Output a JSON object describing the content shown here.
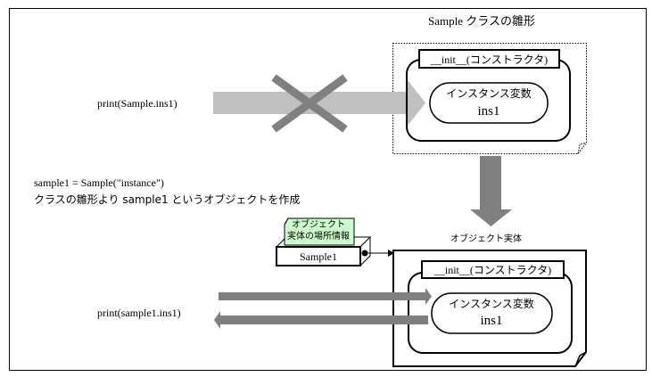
{
  "title": "Sample クラスの雛形",
  "class_template": {
    "constructor_label": "__init__(コンストラクタ)",
    "variable_label": "インスタンス変数",
    "variable_name": "ins1"
  },
  "invalid_access": {
    "code": "print(Sample.ins1)",
    "blocked_icon": "cross-mark"
  },
  "instantiation": {
    "code": "sample1 = Sample(\"instance\")",
    "description": "クラスの雛形より sample1 というオブジェクトを作成"
  },
  "reference_variable": {
    "note": [
      "オブジェクト",
      "実体の場所情報"
    ],
    "name": "Sample1"
  },
  "object_instance": {
    "title": "オブジェクト実体",
    "constructor_label": "__init__(コンストラクタ)",
    "variable_label": "インスタンス変数",
    "variable_name": "ins1"
  },
  "valid_access": {
    "code": "print(sample1.ins1)"
  },
  "colors": {
    "blocked_arrow": "#c0c0c0",
    "cross": "#808080",
    "arrow": "#808080",
    "note_bg": "#ccffcc",
    "stroke": "#000000"
  }
}
